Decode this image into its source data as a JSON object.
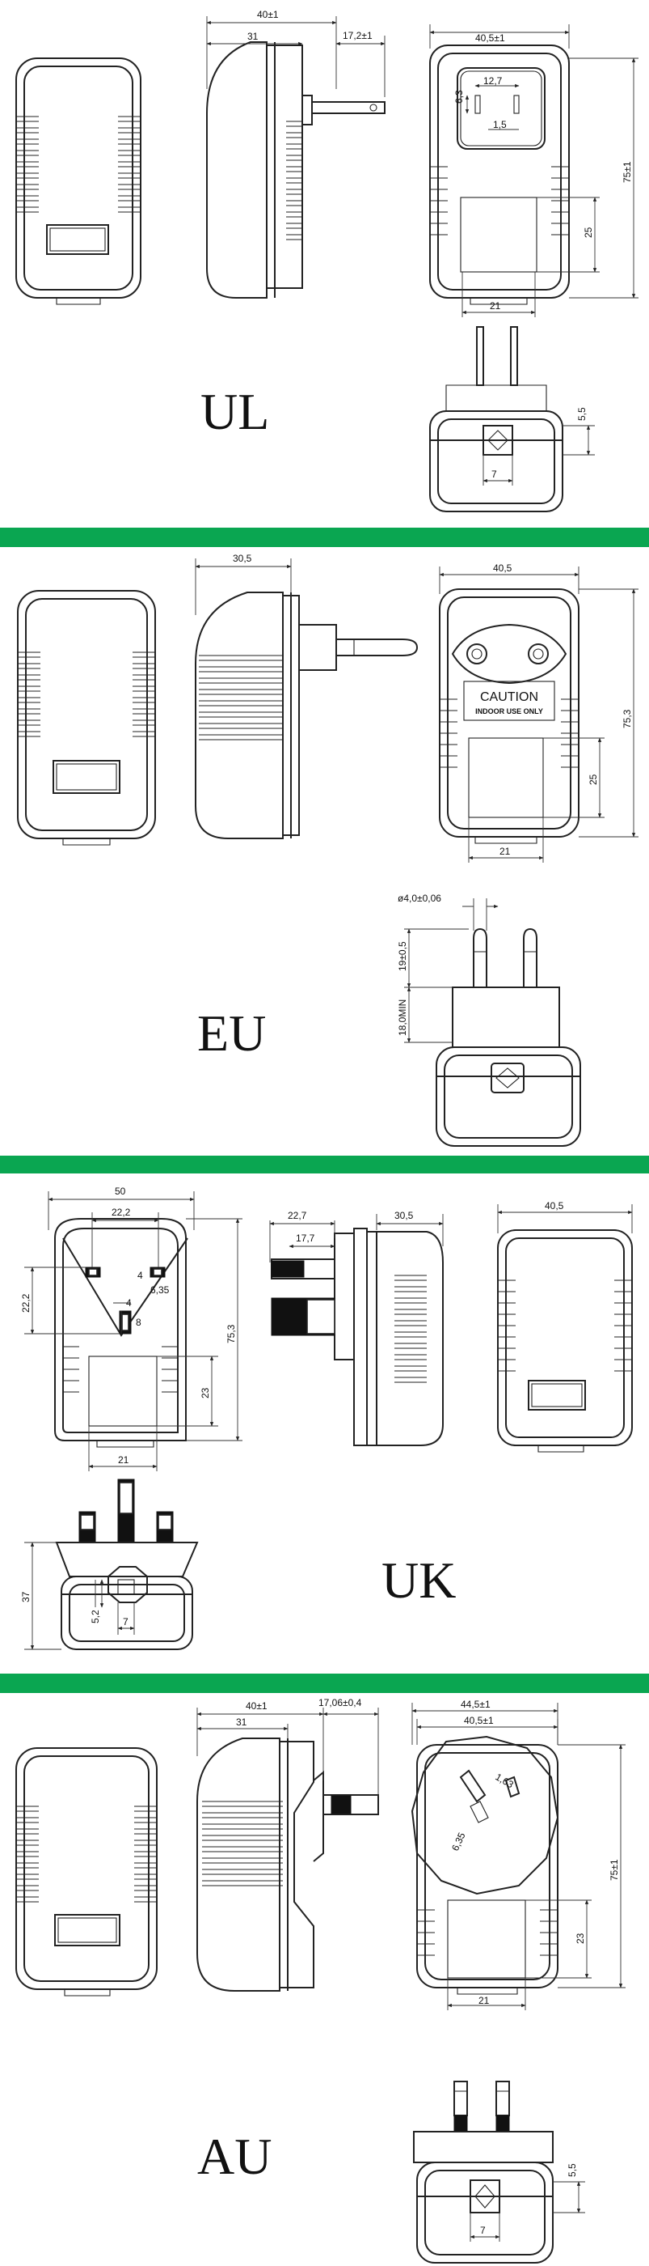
{
  "colors": {
    "divider": "#0aa651",
    "line": "#222222"
  },
  "sections": {
    "ul": {
      "label": "UL",
      "dims": {
        "side_total": "40±1",
        "side_body": "31",
        "pin_len": "17,2±1",
        "front_width": "40,5±1",
        "pin_spacing": "12,7",
        "pin_w": "6,3",
        "pin_t": "1,5",
        "height": "75±1",
        "lower_h": "25",
        "lower_w": "21",
        "bottom_h": "5,5",
        "bottom_w": "7"
      }
    },
    "eu": {
      "label": "EU",
      "dims": {
        "side_body": "30,5",
        "front_width": "40,5",
        "height": "75,3",
        "lower_h": "25",
        "lower_w": "21",
        "pin_dia": "ø4,0±0,06",
        "pin_len": "19±0,5",
        "pin_min": "18,0MIN"
      },
      "caution_title": "CAUTION",
      "caution_sub": "INDOOR USE ONLY"
    },
    "uk": {
      "label": "UK",
      "dims": {
        "width": "50",
        "pin_spacing": "22,2",
        "pin_side": "22,2",
        "pin_a": "4",
        "pin_b": "6,35",
        "pin_c": "4",
        "pin_d": "8",
        "height": "75,3",
        "lower_h": "23",
        "lower_w": "21",
        "side_pin": "22,7",
        "side_pin_inner": "17,7",
        "side_body": "30,5",
        "back_width": "40,5",
        "bottom_h": "37",
        "bottom_a": "5,2",
        "bottom_b": "7"
      }
    },
    "au": {
      "label": "AU",
      "dims": {
        "side_total": "40±1",
        "side_body": "31",
        "pin_len": "17,06±0,4",
        "front_total": "44,5±1",
        "front_width": "40,5±1",
        "pin_a": "1,63",
        "pin_b": "6,35",
        "height": "75±1",
        "lower_h": "23",
        "lower_w": "21",
        "bottom_h": "5,5",
        "bottom_w": "7"
      }
    }
  }
}
